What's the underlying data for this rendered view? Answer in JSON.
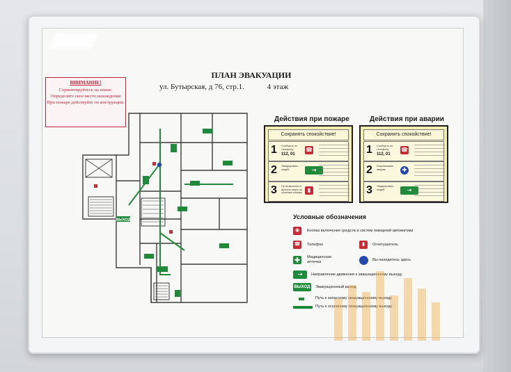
{
  "warning": {
    "title": "ВНИМАНИЕ!",
    "lines": [
      "Сориентируйтесь на плане.",
      "Определите свое место нахождения",
      "При пожаре действуйте по инструкции."
    ]
  },
  "header": {
    "title": "ПЛАН ЭВАКУАЦИИ",
    "address": "ул. Бутырская, д 76, стр.1.",
    "floor": "4 этаж"
  },
  "plan_labels": {
    "exit": "ВЫХОД"
  },
  "fire_panel": {
    "heading": "Действия при пожаре",
    "calm": "Сохранять спокойствие!",
    "steps": [
      {
        "num": "1",
        "text": "Сообщить по телефону:",
        "phone": "112, 01"
      },
      {
        "num": "2",
        "text": "Эвакуировать людей"
      },
      {
        "num": "3",
        "text": "По возможности принять меры по тушению пожара"
      }
    ]
  },
  "accident_panel": {
    "heading": "Действия при аварии",
    "calm": "Сохранять спокойствие!",
    "steps": [
      {
        "num": "1",
        "text": "Сообщить по телефону:",
        "phone": "112, 01"
      },
      {
        "num": "2",
        "text": "Локализовать аварию"
      },
      {
        "num": "3",
        "text": "Эвакуировать людей"
      }
    ]
  },
  "legend": {
    "title": "Условные обозначения",
    "items": {
      "fire_button": "Кнопка включения средств и систем пожарной автоматики",
      "phone": "Телефон",
      "extinguisher": "Огнетушитель",
      "first_aid": "Медицинская аптечка",
      "you_are_here": "Вы находитесь здесь",
      "direction": "Направление движения к эвакуационному выходу",
      "exit_sign": "ВЫХОД",
      "exit": "Эвакуационный выход",
      "backup_route": "Путь к запасному эвакуационному выходу",
      "main_route": "Путь к основному эвакуационному выходу"
    }
  },
  "colors": {
    "red": "#c62b36",
    "green": "#1f8a3a",
    "blue": "#2449a8",
    "panel_yellow": "#f6efb4"
  }
}
